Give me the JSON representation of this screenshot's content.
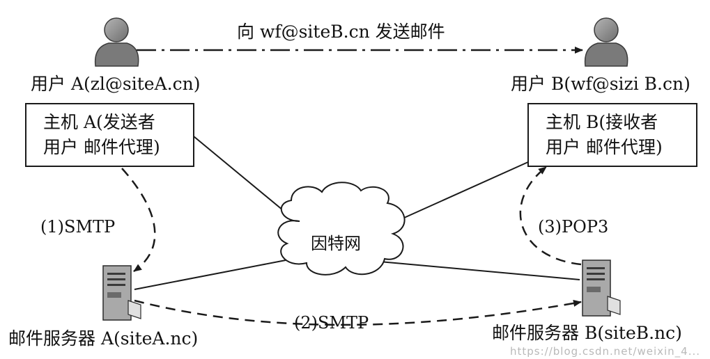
{
  "diagram": {
    "top_message": "向 wf@siteB.cn 发送邮件",
    "user_a_label": "用户 A(zl@siteA.cn)",
    "user_b_label": "用户 B(wf@sizi B.cn)",
    "host_a": {
      "line1": "主机 A(发送者",
      "line2": "用户 邮件代理)"
    },
    "host_b": {
      "line1": "主机 B(接收者",
      "line2": "用户 邮件代理)"
    },
    "internet_label": "因特网",
    "step1": "(1)SMTP",
    "step2": "(2)SMTP",
    "step3": "(3)POP3",
    "server_a_label": "邮件服务器 A(siteA.nc)",
    "server_b_label": "邮件服务器 B(siteB.nc)",
    "watermark": "https://blog.csdn.net/weixin_4...",
    "icons": [
      "user-icon",
      "user-icon",
      "server-icon",
      "server-icon",
      "cloud-icon"
    ],
    "colors": {
      "stroke": "#1a1a1a",
      "icon_gray": "#8c8c8c",
      "background": "#ffffff"
    }
  }
}
